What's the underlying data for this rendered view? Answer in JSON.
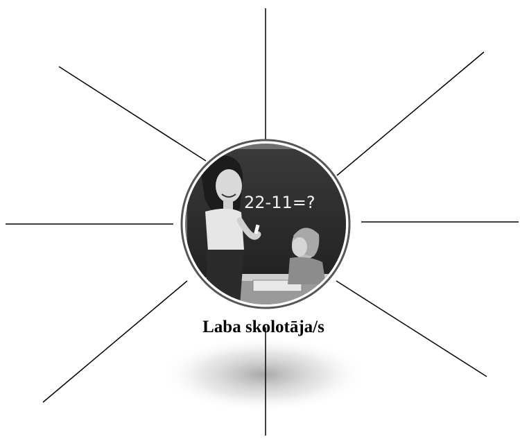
{
  "diagram": {
    "center_label": "Laba skolotāja/s",
    "illustration": {
      "icon": "teacher-at-blackboard-icon",
      "blackboard_text": "22-11=?"
    },
    "spoke_count": 8,
    "colors": {
      "line": "#000000",
      "background": "#ffffff",
      "blackboard": "#2d2d2d",
      "ring": "#4a4a4a"
    }
  }
}
